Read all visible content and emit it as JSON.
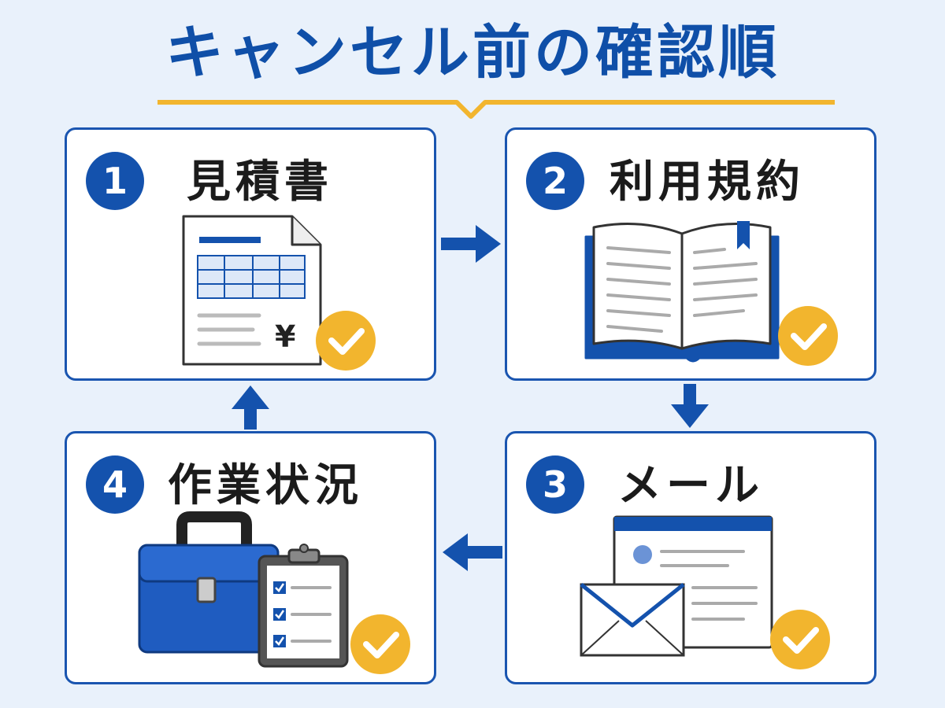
{
  "title": "キャンセル前の確認順",
  "colors": {
    "primary": "#1452ad",
    "accent": "#f2b52e",
    "background": "#e9f1fb"
  },
  "steps": [
    {
      "number": "1",
      "label": "見積書",
      "icon": "invoice-icon",
      "checked": true,
      "currency_symbol": "¥"
    },
    {
      "number": "2",
      "label": "利用規約",
      "icon": "open-book-icon",
      "checked": true
    },
    {
      "number": "3",
      "label": "メール",
      "icon": "email-icon",
      "checked": true
    },
    {
      "number": "4",
      "label": "作業状況",
      "icon": "toolbox-clipboard-icon",
      "checked": true
    }
  ],
  "flow": [
    "step-1-to-2",
    "step-2-to-3",
    "step-3-to-4",
    "step-4-to-1"
  ]
}
